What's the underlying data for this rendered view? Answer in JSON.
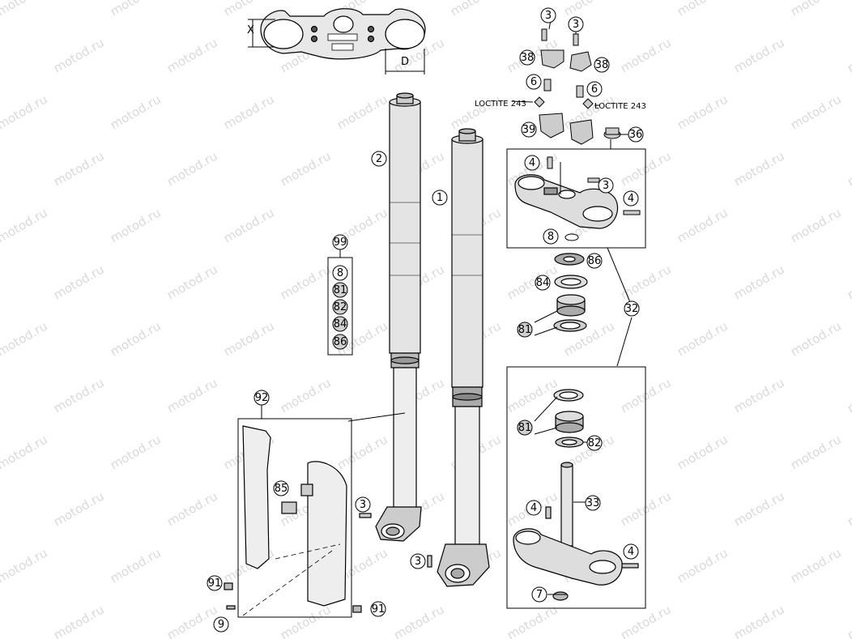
{
  "watermark": {
    "text": "motod.ru",
    "color": "#d9d9d9"
  },
  "colors": {
    "line": "#000000",
    "part": "#e8e8e8",
    "part_dark": "#9a9a9a",
    "callout_fill": "#d0d0d0"
  },
  "dimension_labels": {
    "x": "X",
    "d": "D"
  },
  "loctite": {
    "left": "LOCTITE 243",
    "right": "LOCTITE 243"
  },
  "callouts": {
    "c3_top_left": "3",
    "c3_top_right": "3",
    "c38_left": "38",
    "c38_right": "38",
    "c6_left": "6",
    "c6_right": "6",
    "c39": "39",
    "c36": "36",
    "c4_upper_left": "4",
    "c3_upper_clamp": "3",
    "c4_upper_right": "4",
    "c8_upper": "8",
    "c86": "86",
    "c84": "84",
    "c81_upper": "81",
    "c32": "32",
    "c81_lower": "81",
    "c82": "82",
    "c4_lower_left": "4",
    "c33": "33",
    "c4_lower_right": "4",
    "c7": "7",
    "c2": "2",
    "c1": "1",
    "c99": "99",
    "kit_8": "8",
    "kit_81": "81",
    "kit_82": "82",
    "kit_84": "84",
    "kit_86": "86",
    "c92": "92",
    "c85": "85",
    "c3_guard": "3",
    "c3_bottom": "3",
    "c91_left": "91",
    "c91_right": "91",
    "c9": "9"
  }
}
